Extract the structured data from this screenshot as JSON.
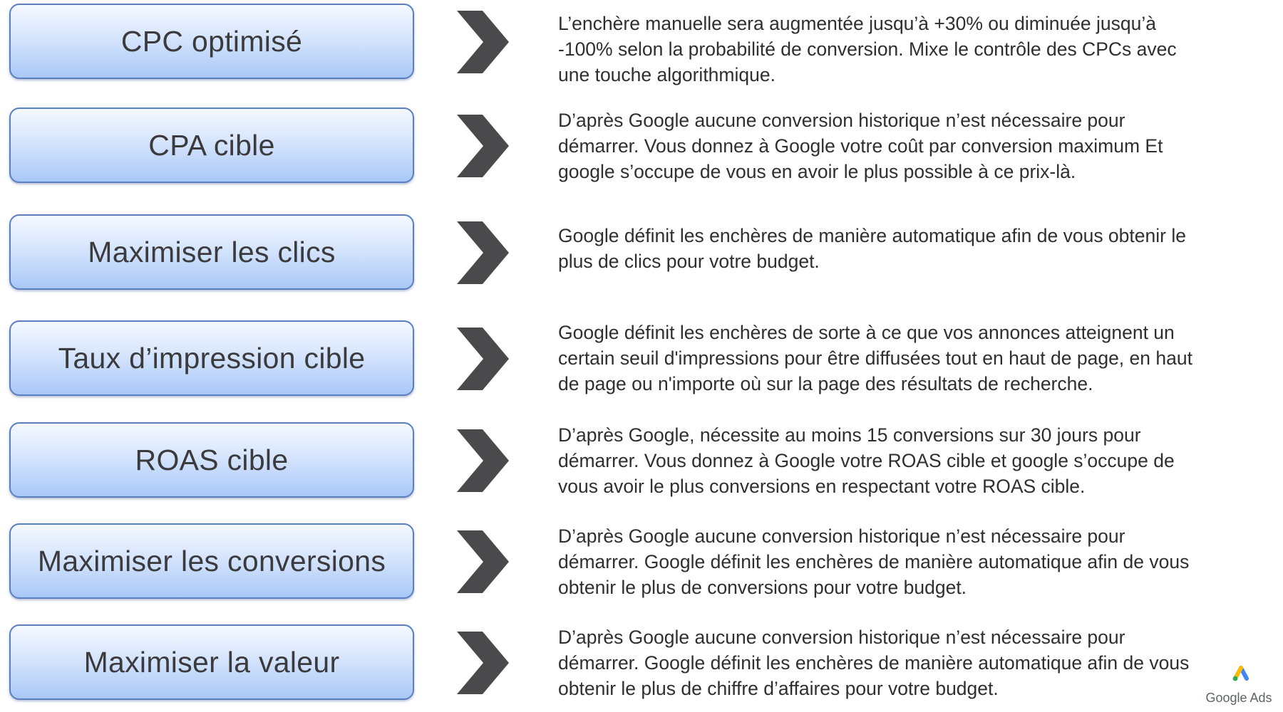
{
  "strategies": [
    {
      "label": "CPC optimisé",
      "description": [
        "L’enchère manuelle sera augmentée jusqu’à +30% ou diminuée jusqu’à",
        "-100% selon la probabilité de conversion. Mixe le contrôle des CPCs avec",
        "une touche algorithmique."
      ]
    },
    {
      "label": "CPA cible",
      "description": [
        "D’après Google aucune conversion historique n’est nécessaire pour",
        "démarrer. Vous donnez à Google votre coût par conversion maximum Et",
        "google s’occupe de vous en avoir le plus possible à ce prix-là."
      ]
    },
    {
      "label": "Maximiser les clics",
      "description": [
        "Google définit les enchères de manière automatique afin de vous obtenir le",
        "plus de clics pour votre budget."
      ]
    },
    {
      "label": "Taux d’impression cible",
      "description": [
        "Google définit les enchères de sorte à ce que vos annonces atteignent un",
        "certain seuil d'impressions pour être diffusées tout en haut de page, en haut",
        "de page ou n'importe où sur la page des résultats de recherche."
      ]
    },
    {
      "label": "ROAS cible",
      "description": [
        "D’après Google, nécessite au moins 15 conversions sur 30 jours pour",
        "démarrer. Vous donnez à Google votre ROAS cible et google s’occupe de",
        "vous avoir le plus conversions en respectant votre ROAS cible."
      ]
    },
    {
      "label": "Maximiser les conversions",
      "description": [
        "D’après Google aucune conversion historique n’est nécessaire pour",
        "démarrer. Google définit les enchères de manière automatique afin de vous",
        "obtenir le plus de conversions pour votre budget."
      ]
    },
    {
      "label": "Maximiser la valeur",
      "description": [
        "D’après Google aucune conversion historique n’est nécessaire pour",
        "démarrer. Google définit les enchères de manière automatique afin de vous",
        "obtenir le plus de chiffre d’affaires pour votre budget."
      ]
    }
  ],
  "logo": {
    "text": "Google Ads",
    "icon": "google-ads-logo-icon"
  },
  "colors": {
    "pill_border": "#5a7fc2",
    "pill_fill_top": "#f4f8ff",
    "pill_fill_bottom": "#a9c8f7",
    "chevron": "#4a4a4c",
    "text": "#2f2f31",
    "logo_blue": "#4285f4",
    "logo_yellow": "#fbbc04",
    "logo_green": "#34a853"
  }
}
